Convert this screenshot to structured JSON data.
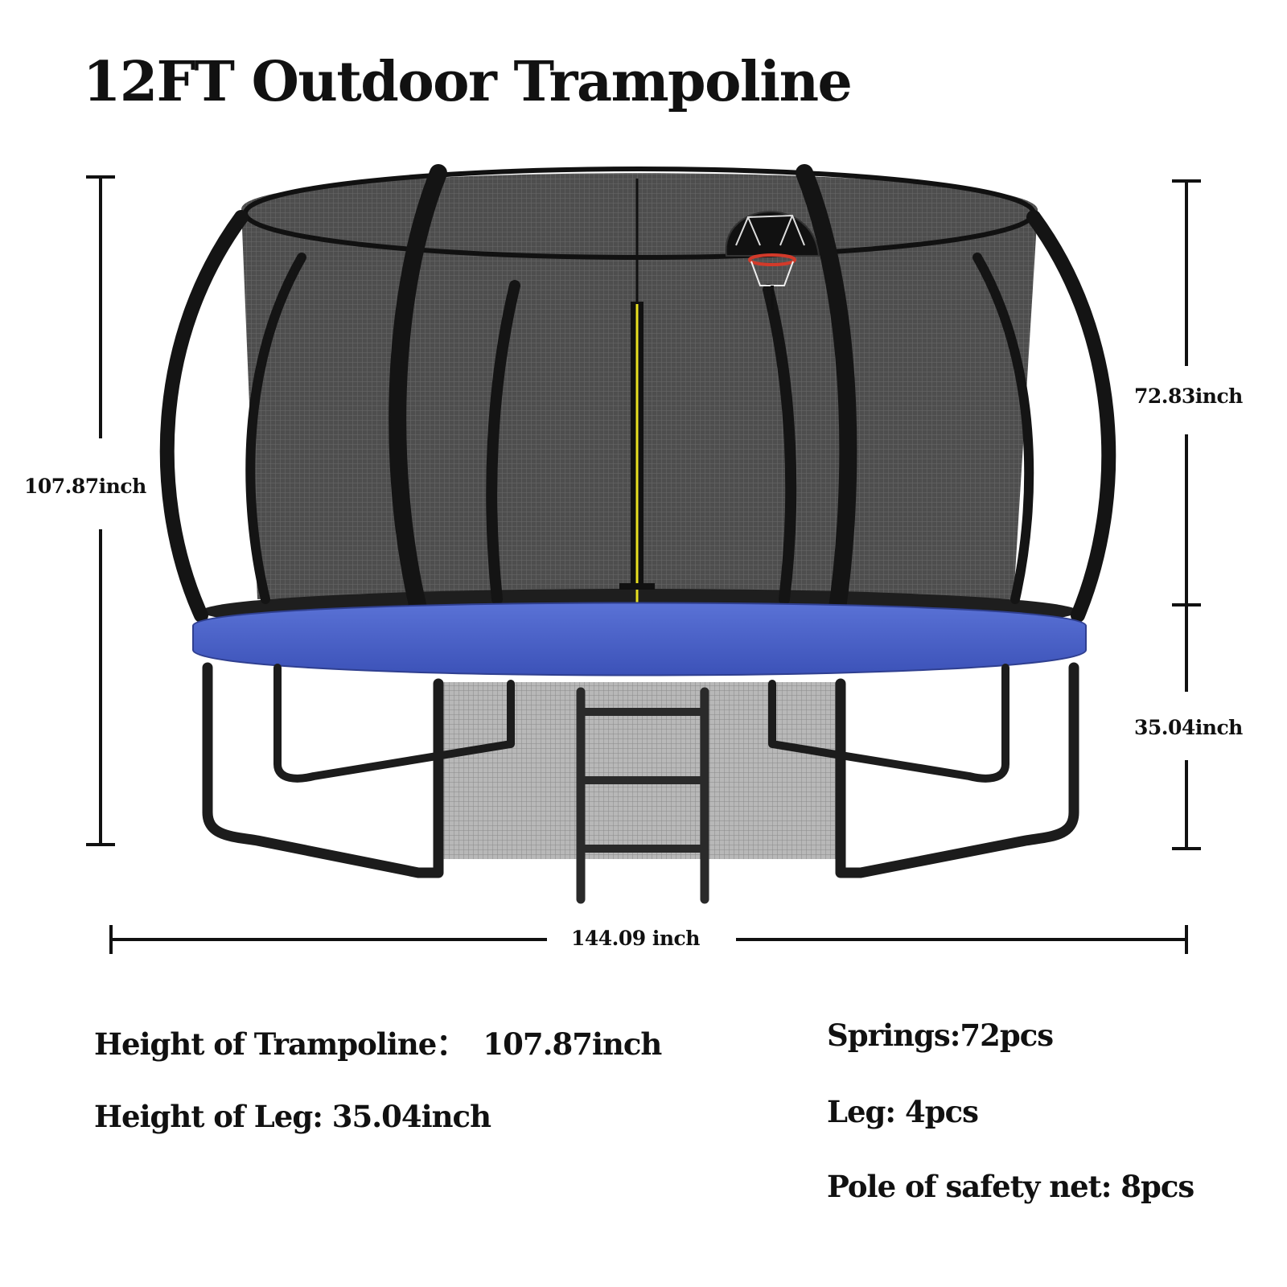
{
  "title": "12FT Outdoor Trampoline",
  "dimensions": {
    "total_height": "107.87inch",
    "net_height": "72.83inch",
    "leg_height": "35.04inch",
    "width": "144.09 inch"
  },
  "specs": {
    "height_of_trampoline_label": "Height of Trampoline：",
    "height_of_trampoline_value": "107.87inch",
    "height_of_leg": "Height of Leg: 35.04inch",
    "springs": "Springs:72pcs",
    "leg": "Leg: 4pcs",
    "pole_of_safety_net": "Pole of safety net: 8pcs"
  },
  "colors": {
    "pad_blue": "#4a63c8",
    "frame_black": "#1c1c1c",
    "net_gray": "#5a5a5a",
    "zipper_yellow": "#e8e020",
    "hoop_red": "#d23a2a"
  },
  "illustration": {
    "description_icon": "trampoline-with-basketball-hoop-icon"
  }
}
